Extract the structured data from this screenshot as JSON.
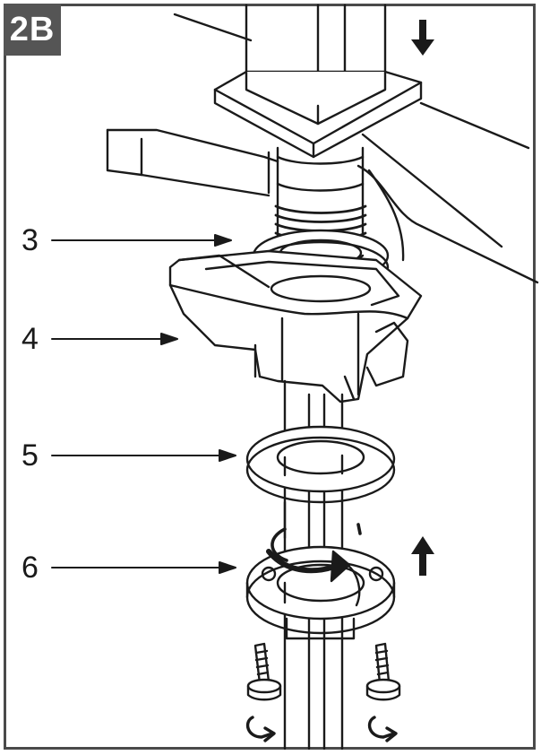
{
  "step": {
    "label": "2B"
  },
  "callouts": [
    {
      "label": "3",
      "part": "upper-washer"
    },
    {
      "label": "4",
      "part": "bracket"
    },
    {
      "label": "5",
      "part": "lower-washer"
    },
    {
      "label": "6",
      "part": "flange-nut"
    }
  ],
  "icons": {
    "press-down": "arrow-down-icon",
    "push-up": "arrow-up-icon",
    "tighten": "rotate-clockwise-icon",
    "screw-turn": "screw-rotate-icon"
  },
  "colors": {
    "badge": "#555555",
    "line": "#1a1a1a",
    "paper": "#ffffff"
  }
}
